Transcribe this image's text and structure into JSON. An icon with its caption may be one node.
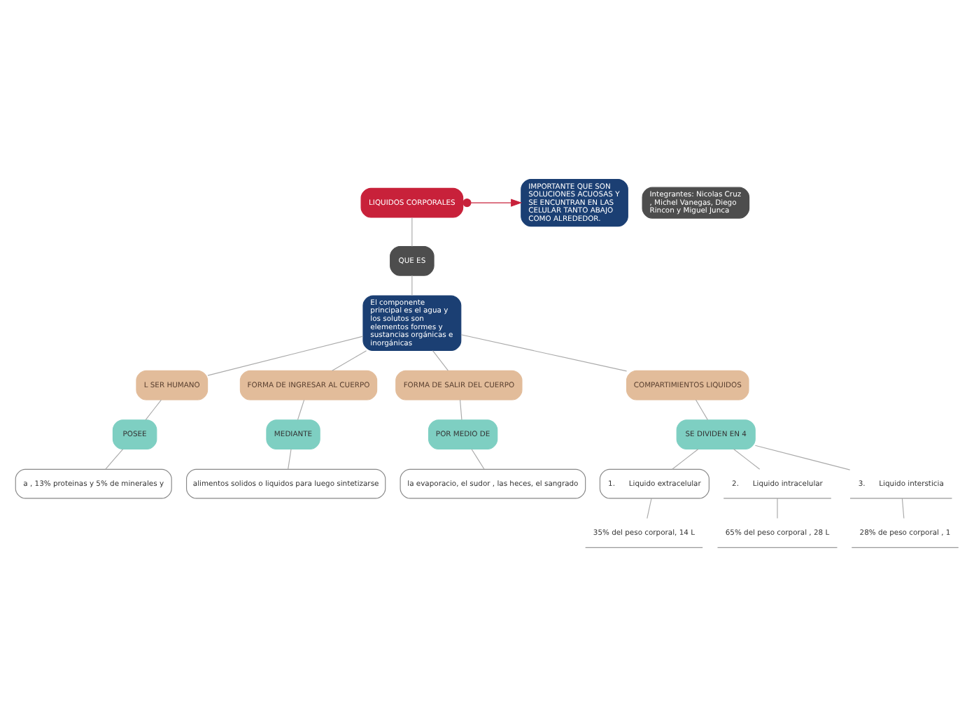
{
  "diagram": {
    "nodes": [
      {
        "text": [
          "LIQUIDOS CORPORALES"
        ]
      },
      {
        "text": [
          "QUE ES"
        ]
      },
      {
        "text": [
          "El componente principal es el agua y los solutos son elementos formes y sustancias orgánicas e inorgánicas"
        ]
      },
      {
        "text": [
          "IMPORTANTE QUE SON SOLUCIONES ACUOSAS Y SE ENCUNTRAN EN LAS CELULAR TANTO ABAJO COMO ALREDEDOR."
        ]
      },
      {
        "text": [
          "Integrantes: Nicolas Cruz , Michel Vanegas, Diego Rincon y Miguel Junca"
        ]
      },
      {
        "text": [
          "L SER HUMANO"
        ]
      },
      {
        "text": [
          "POSEE"
        ]
      },
      {
        "text": [
          "a , 13% proteinas y 5% de minerales y"
        ]
      },
      {
        "text": [
          "FORMA DE INGRESAR AL CUERPO"
        ]
      },
      {
        "text": [
          "MEDIANTE"
        ]
      },
      {
        "text": [
          "alimentos solidos o liquidos para luego sintetizarse"
        ]
      },
      {
        "text": [
          "FORMA DE SALIR DEL CUERPO"
        ]
      },
      {
        "text": [
          "POR MEDIO DE"
        ]
      },
      {
        "text": [
          "la evaporacio, el sudor , las heces, el sangrado"
        ]
      },
      {
        "text": [
          "COMPARTIMIENTOS LIQUIDOS"
        ]
      },
      {
        "text": [
          "SE DIVIDEN EN 4"
        ]
      },
      {
        "text": [
          "1.      Liquido extracelular"
        ]
      },
      {
        "text": [
          "2.      Liquido intracelular"
        ]
      },
      {
        "text": [
          "3.      Liquido intersticia"
        ]
      },
      {
        "text": [
          "35% del peso corporal, 14 L"
        ]
      },
      {
        "text": [
          "65% del peso corporal , 28 L"
        ]
      },
      {
        "text": [
          "28% de peso corporal , 1"
        ]
      }
    ],
    "edges": [
      {
        "from": 0,
        "to": 1,
        "arrow": "none"
      },
      {
        "from": 1,
        "to": 2,
        "arrow": "none"
      },
      {
        "from": 0,
        "to": 3,
        "arrow": "to",
        "color": "#c8213a"
      },
      {
        "from": 2,
        "to": 5,
        "arrow": "none"
      },
      {
        "from": 2,
        "to": 8,
        "arrow": "none"
      },
      {
        "from": 2,
        "to": 11,
        "arrow": "none"
      },
      {
        "from": 2,
        "to": 14,
        "arrow": "none"
      },
      {
        "from": 5,
        "to": 6,
        "arrow": "none"
      },
      {
        "from": 6,
        "to": 7,
        "arrow": "none"
      },
      {
        "from": 8,
        "to": 9,
        "arrow": "none"
      },
      {
        "from": 9,
        "to": 10,
        "arrow": "none"
      },
      {
        "from": 11,
        "to": 12,
        "arrow": "none"
      },
      {
        "from": 12,
        "to": 13,
        "arrow": "none"
      },
      {
        "from": 14,
        "to": 15,
        "arrow": "none"
      },
      {
        "from": 15,
        "to": 16,
        "arrow": "none"
      },
      {
        "from": 15,
        "to": 17,
        "arrow": "none"
      },
      {
        "from": 15,
        "to": 18,
        "arrow": "none"
      },
      {
        "from": 16,
        "to": 19,
        "arrow": "none"
      },
      {
        "from": 17,
        "to": 20,
        "arrow": "none"
      },
      {
        "from": 18,
        "to": 21,
        "arrow": "none"
      }
    ]
  }
}
